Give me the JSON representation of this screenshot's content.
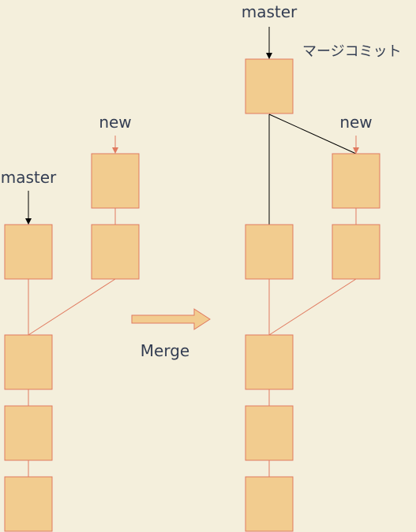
{
  "colors": {
    "background": "#f4efdc",
    "commit_fill": "#f2cc8f",
    "commit_stroke": "#e07a5f",
    "edge_soft": "#e07a5f",
    "edge_merge": "#000000",
    "text": "#333d52",
    "arrow_fill": "#f2cc8f",
    "arrow_stroke": "#e07a5f"
  },
  "labels": {
    "left_master": "master",
    "left_new": "new",
    "right_master": "master",
    "right_new": "new",
    "merge_commit": "マージコミット",
    "merge_action": "Merge"
  },
  "before": {
    "master_commits": 4,
    "new_commits": 2
  },
  "after": {
    "master_commits": 5,
    "new_commits": 2
  }
}
